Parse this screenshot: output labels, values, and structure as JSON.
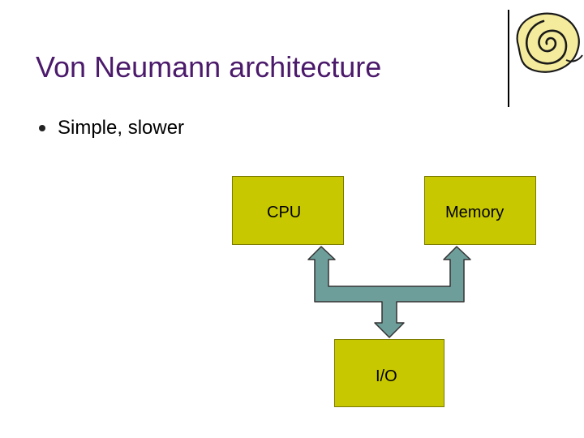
{
  "slide": {
    "title": "Von Neumann architecture",
    "bullets": [
      {
        "text": "Simple, slower"
      }
    ]
  },
  "diagram": {
    "nodes": {
      "cpu": "CPU",
      "memory": "Memory",
      "io": "I/O"
    },
    "box_color": "#c8c800",
    "bus_color": "#6e9e9a"
  }
}
